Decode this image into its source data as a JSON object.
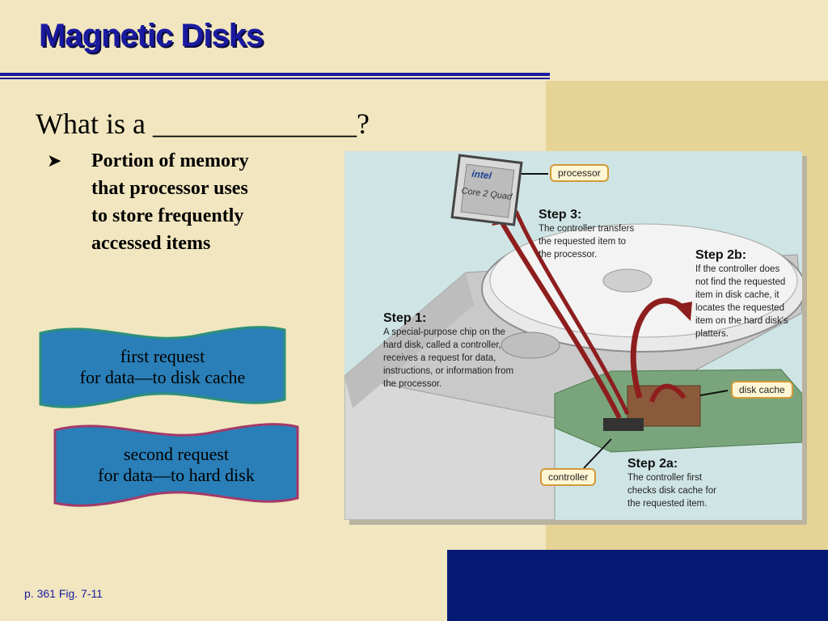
{
  "slide": {
    "title": "Magnetic Disks",
    "question": "What is a ______________?",
    "bullet": "Portion of memory that processor uses to store frequently accessed items",
    "banners": [
      {
        "line1": "first request",
        "line2": "for data—to disk cache"
      },
      {
        "line1": "second request",
        "line2": "for data—to hard disk"
      }
    ],
    "caption": "p. 361 Fig. 7-11",
    "colors": {
      "title": "#1a1aa0",
      "background": "#f1e6bf",
      "banner_fill": "#2a7fb8",
      "accent_block": "#061a73"
    }
  },
  "figure": {
    "cpu": {
      "brand": "intel",
      "model": "Core 2 Quad"
    },
    "callouts": {
      "processor": "processor",
      "disk_cache": "disk cache",
      "controller": "controller"
    },
    "steps": {
      "step3": {
        "head": "Step 3:",
        "body": "The controller transfers the requested item to the processor."
      },
      "step2b": {
        "head": "Step 2b:",
        "body": "If the controller does not find the requested item in disk cache, it locates the requested item on the hard disk's platters."
      },
      "step1": {
        "head": "Step 1:",
        "body": "A special-purpose chip on the hard disk, called a controller, receives a request for data, instructions, or information from the processor."
      },
      "step2a": {
        "head": "Step 2a:",
        "body": "The controller first checks disk cache for the requested item."
      }
    }
  }
}
